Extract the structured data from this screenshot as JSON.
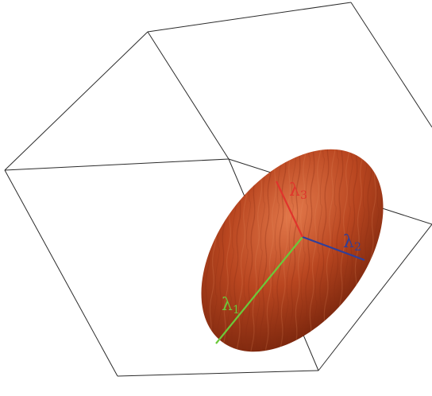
{
  "labels": {
    "lambda1": {
      "symbol": "λ",
      "sub": "1"
    },
    "lambda2": {
      "symbol": "λ",
      "sub": "2"
    },
    "lambda3": {
      "symbol": "λ",
      "sub": "3"
    }
  },
  "colors": {
    "box_edges": "#2b2b2b",
    "ellipsoid_fill": "#b4401c",
    "ellipsoid_dark": "#6e1f08",
    "ellipsoid_light": "#e06a3c",
    "lambda1": "#6cc93a",
    "lambda2": "#2f3f9a",
    "lambda3": "#e0342c"
  }
}
